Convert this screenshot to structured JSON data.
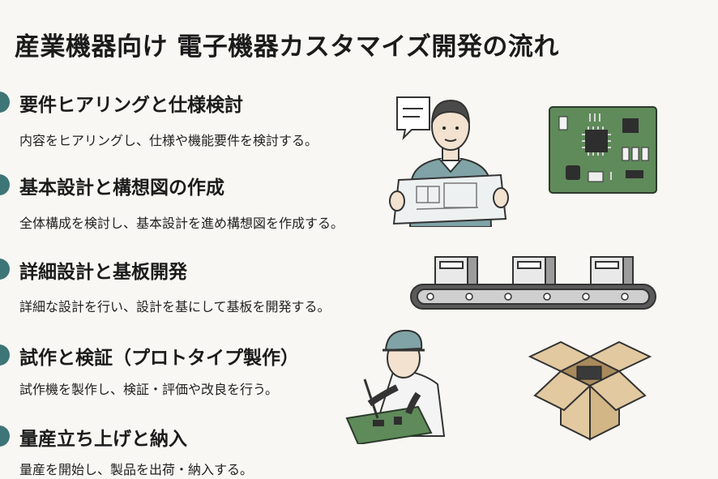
{
  "title": "産業機器向け 電子機器カスタマイズ開発の流れ",
  "steps": [
    {
      "title": "要件ヒアリングと仕様検討",
      "description": "内容をヒアリングし、仕様や機能要件を検討する。",
      "illustration": "engineer-with-blueprint"
    },
    {
      "title": "基本設計と構想図の作成",
      "description": "全体構成を検討し、基本設計を進め構想図を作成する。",
      "illustration": "circuit-board"
    },
    {
      "title": "詳細設計と基板開発",
      "description": "詳細な設計を行い、設計を基にして基板を開発する。",
      "illustration": "conveyor-belt"
    },
    {
      "title": "試作と検証（プロトタイプ製作）",
      "description": "試作機を製作し、検証・評価や改良を行う。",
      "illustration": "worker-soldering"
    },
    {
      "title": "量産立ち上げと納入",
      "description": "量産を開始し、製品を出荷・納入する。",
      "illustration": "open-box"
    }
  ],
  "colors": {
    "marker": "#3e7576",
    "board": "#5f8a5a",
    "box": "#e2c9a0",
    "shirt": "#7fa3a6"
  }
}
